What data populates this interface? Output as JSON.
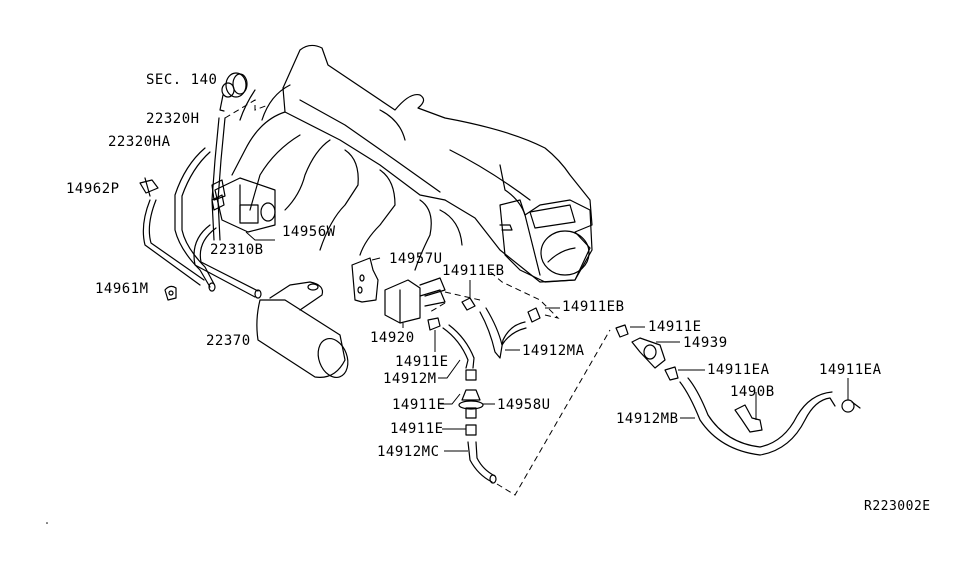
{
  "diagram": {
    "ink_color": "#000000",
    "background": "#ffffff",
    "reference_code": "R223002E",
    "parts": [
      {
        "id": "sec140",
        "label": "SEC. 140"
      },
      {
        "id": "p22320H",
        "label": "22320H"
      },
      {
        "id": "p22320HA",
        "label": "22320HA"
      },
      {
        "id": "p14962P",
        "label": "14962P"
      },
      {
        "id": "p14956W",
        "label": "14956W"
      },
      {
        "id": "p22310B",
        "label": "22310B"
      },
      {
        "id": "p14961M",
        "label": "14961M"
      },
      {
        "id": "p22370",
        "label": "22370"
      },
      {
        "id": "p14957U",
        "label": "14957U"
      },
      {
        "id": "p14911EB_a",
        "label": "14911EB"
      },
      {
        "id": "p14911EB_b",
        "label": "14911EB"
      },
      {
        "id": "p14920",
        "label": "14920"
      },
      {
        "id": "p14911E_a",
        "label": "14911E"
      },
      {
        "id": "p14912M",
        "label": "14912M"
      },
      {
        "id": "p14912MA",
        "label": "14912MA"
      },
      {
        "id": "p14911E_b",
        "label": "14911E"
      },
      {
        "id": "p14958U",
        "label": "14958U"
      },
      {
        "id": "p14911E_c",
        "label": "14911E"
      },
      {
        "id": "p14912MC",
        "label": "14912MC"
      },
      {
        "id": "p14911E_d",
        "label": "14911E"
      },
      {
        "id": "p14939",
        "label": "14939"
      },
      {
        "id": "p14911EA_a",
        "label": "14911EA"
      },
      {
        "id": "p1490B",
        "label": "1490B"
      },
      {
        "id": "p14911EA_b",
        "label": "14911EA"
      },
      {
        "id": "p14912MB",
        "label": "14912MB"
      }
    ]
  }
}
